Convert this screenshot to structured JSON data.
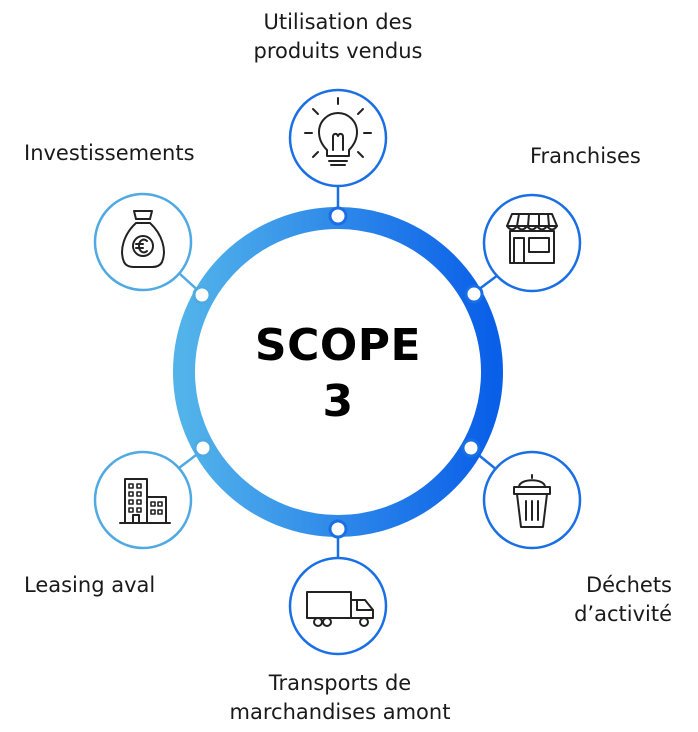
{
  "center": {
    "line1": "SCOPE",
    "line2": "3"
  },
  "nodes": [
    {
      "id": "top",
      "label_lines": [
        "Utilisation des",
        "produits vendus"
      ],
      "icon": "lightbulb-icon"
    },
    {
      "id": "upper-right",
      "label_lines": [
        "Franchises"
      ],
      "icon": "storefront-icon"
    },
    {
      "id": "lower-right",
      "label_lines": [
        "Déchets",
        "d’activité"
      ],
      "icon": "trash-bin-icon"
    },
    {
      "id": "bottom",
      "label_lines": [
        "Transports de",
        "marchandises amont"
      ],
      "icon": "truck-icon"
    },
    {
      "id": "lower-left",
      "label_lines": [
        "Leasing aval"
      ],
      "icon": "buildings-icon"
    },
    {
      "id": "upper-left",
      "label_lines": [
        "Investissements"
      ],
      "icon": "money-bag-euro-icon"
    }
  ],
  "colors": {
    "ring_start": "#4fb0ea",
    "ring_end": "#0a5fe8",
    "node_blue": "#1a6fe4",
    "node_light": "#4fa9e3",
    "icon": "#222222",
    "text": "#1a1a1a"
  }
}
